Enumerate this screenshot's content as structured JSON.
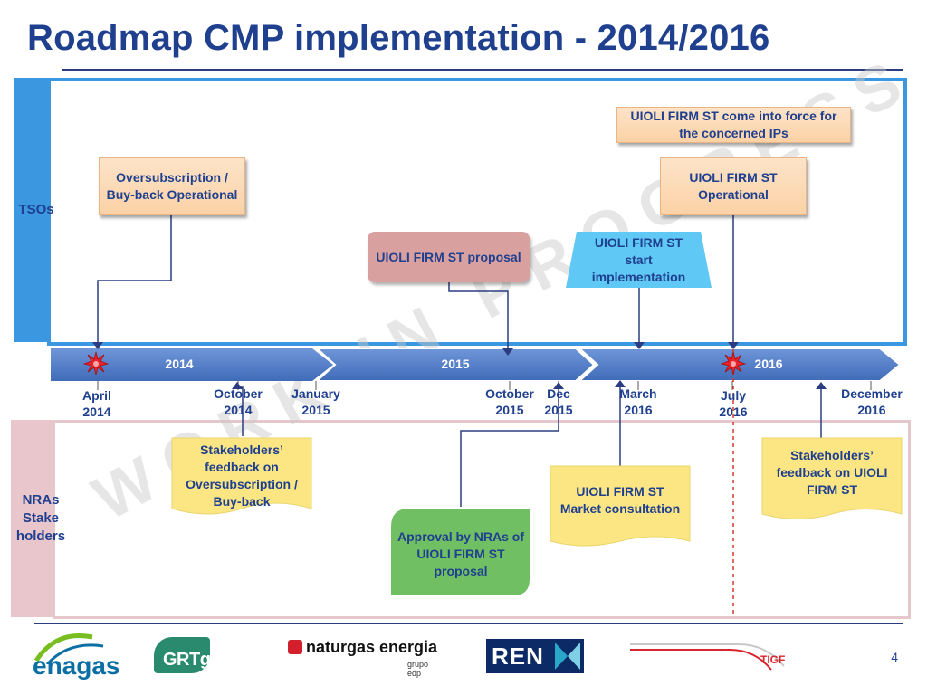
{
  "title": "Roadmap CMP implementation - 2014/2016",
  "page_number": "4",
  "watermark": "WORK IN PROGRESS",
  "lanes": {
    "tsos_label": "TSOs",
    "nras_label": [
      "NRAs",
      "Stake",
      "holders"
    ]
  },
  "timeline": {
    "years": [
      "2014",
      "2015",
      "2016"
    ],
    "ticks": [
      {
        "label": [
          "April",
          "2014"
        ]
      },
      {
        "label": [
          "October",
          "2014"
        ]
      },
      {
        "label": [
          "January",
          "2015"
        ]
      },
      {
        "label": [
          "October",
          "2015"
        ]
      },
      {
        "label": [
          "Dec",
          "2015"
        ]
      },
      {
        "label": [
          "March",
          "2016"
        ]
      },
      {
        "label": [
          "July",
          "2016"
        ]
      },
      {
        "label": [
          "December",
          "2016"
        ]
      }
    ]
  },
  "tso_boxes": [
    {
      "text": "UIOLI FIRM ST come into force for the concerned IPs"
    },
    {
      "text": "Oversubscription / Buy-back Operational"
    },
    {
      "text": "UIOLI FIRM ST Operational"
    },
    {
      "text": "UIOLI FIRM ST proposal"
    },
    {
      "text": "UIOLI FIRM ST start implementation"
    }
  ],
  "nra_boxes": [
    {
      "text": "Stakeholders’ feedback on Oversubscription / Buy-back"
    },
    {
      "text": "UIOLI  FIRM ST Market consultation"
    },
    {
      "text": "Stakeholders’ feedback on UIOLI FIRM ST"
    },
    {
      "text": "Approval by NRAs of UIOLI FIRM ST proposal"
    }
  ],
  "logos": {
    "enagas": "enagas",
    "grtgaz": "GRTgaz",
    "naturgas": "naturgas energia",
    "naturgas_sub": "grupo edp",
    "ren": "REN",
    "tigf": "TIGF"
  },
  "colors": {
    "title": "#1f3f8f",
    "timeline": "#4a78c4",
    "tso_border": "#3a97e0",
    "nra_border": "#e6c8cc",
    "orange_box": "#fbd2a6",
    "yellow_note": "#fce683",
    "green_note": "#70bf63",
    "cyan_box": "#5fc8f5",
    "pink_box": "#d9a0a0",
    "star": "#e8232a"
  }
}
